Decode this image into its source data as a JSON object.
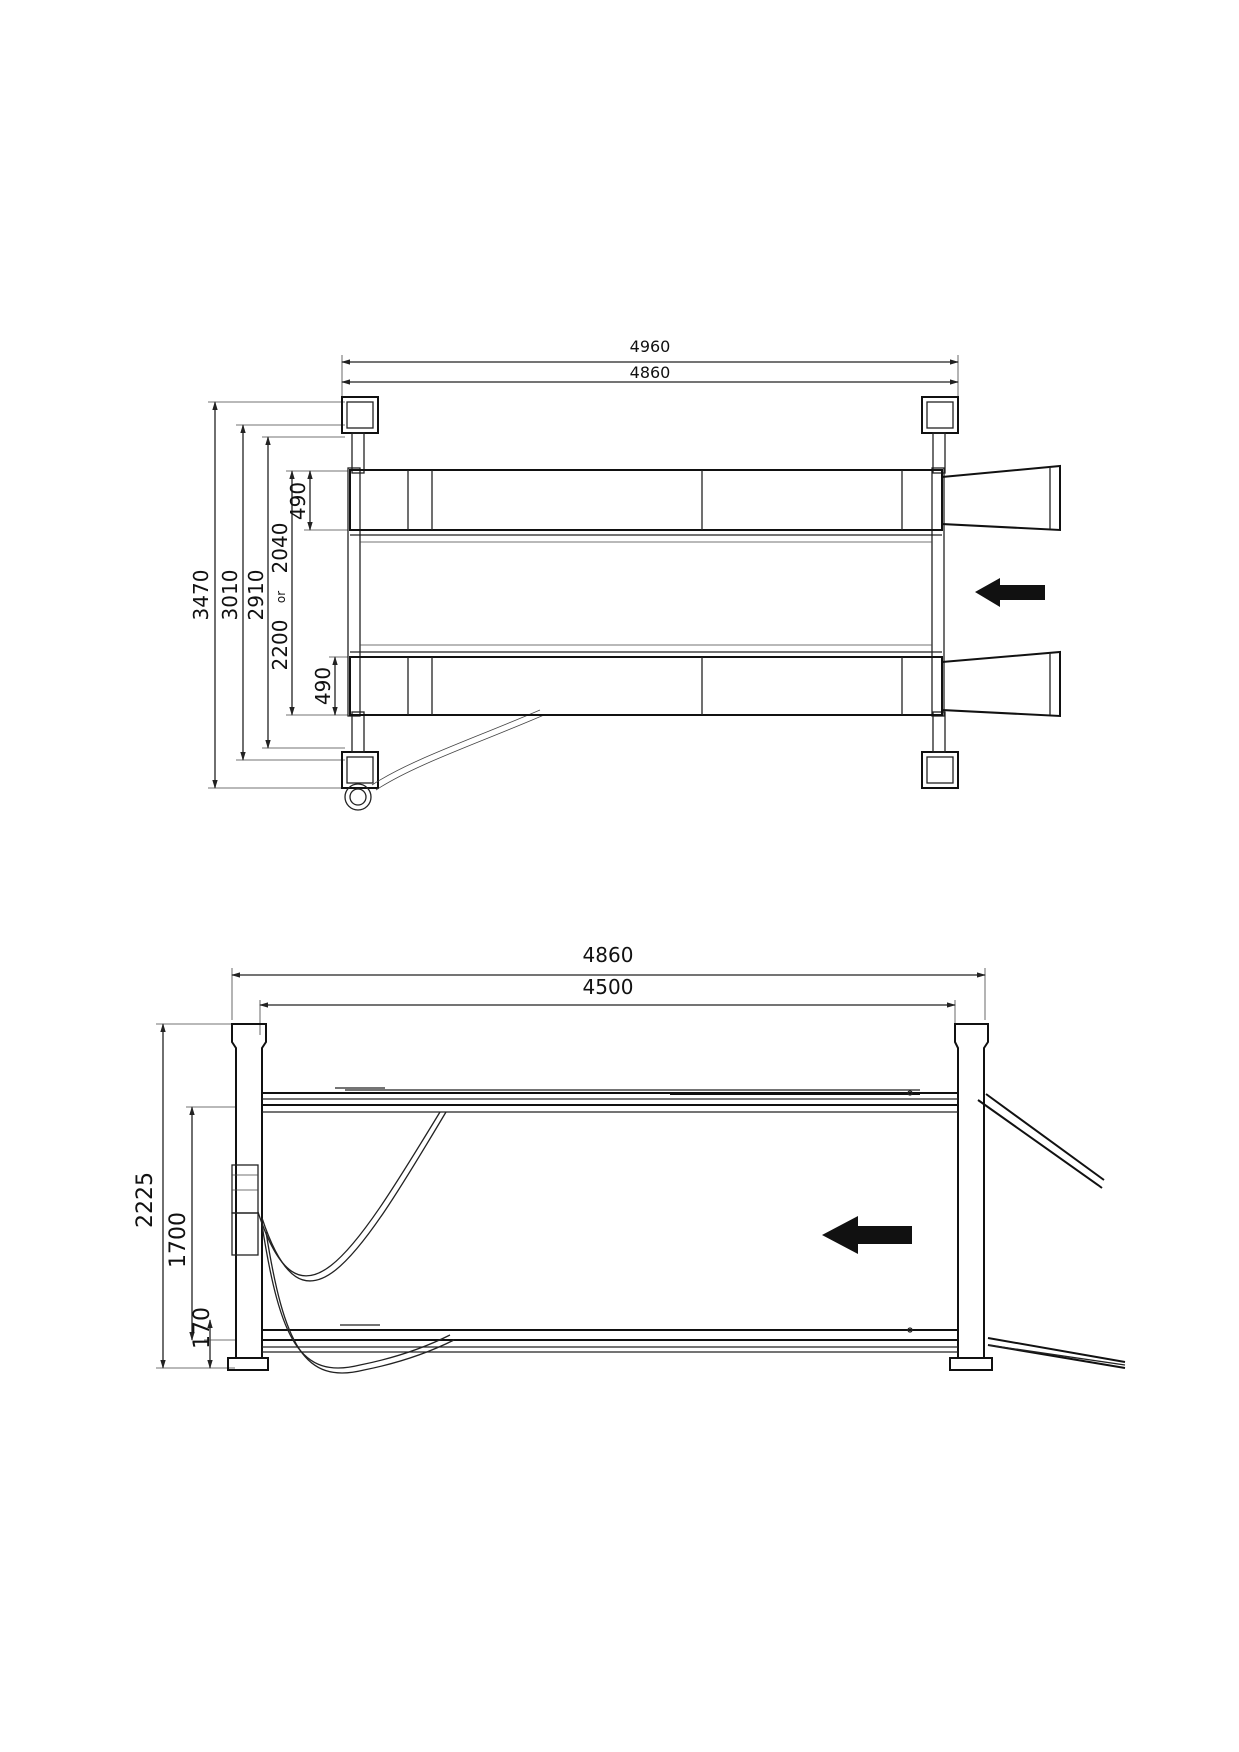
{
  "top_view": {
    "dims": {
      "overall_length": "4960",
      "post_spacing": "4860",
      "overall_width": "3470",
      "inner_width": "3010",
      "width_2910": "2910",
      "runway_gap_max": "2040",
      "runway_gap_min": "2200",
      "or_label": "or",
      "runway_width_top": "490",
      "runway_width_bottom": "490"
    }
  },
  "side_view": {
    "dims": {
      "overall_length": "4860",
      "runway_length": "4500",
      "overall_height": "2225",
      "lift_height": "1700",
      "lowered_height": "170"
    }
  },
  "colors": {
    "line": "#222222",
    "background": "#ffffff"
  },
  "icons": {
    "direction_arrow": "arrow-left-icon"
  }
}
